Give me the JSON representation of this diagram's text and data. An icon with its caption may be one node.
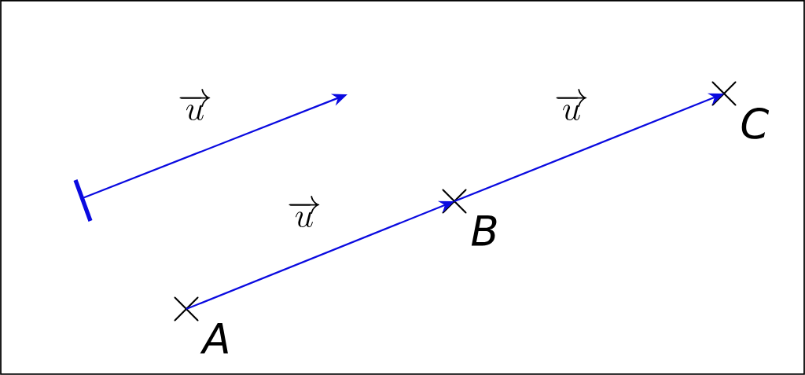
{
  "diagram": {
    "nodes": [
      {
        "text": [
          "A"
        ]
      },
      {
        "text": [
          "B"
        ]
      },
      {
        "text": [
          "C"
        ]
      }
    ],
    "edges": [
      {
        "from": 0,
        "to": 1,
        "arrow": "to",
        "label": "\\overrightarrow{u}"
      },
      {
        "from": 1,
        "to": 2,
        "arrow": "to",
        "label": "\\overrightarrow{u}"
      }
    ],
    "labels": [
      "\\overrightarrow{u}"
    ]
  }
}
